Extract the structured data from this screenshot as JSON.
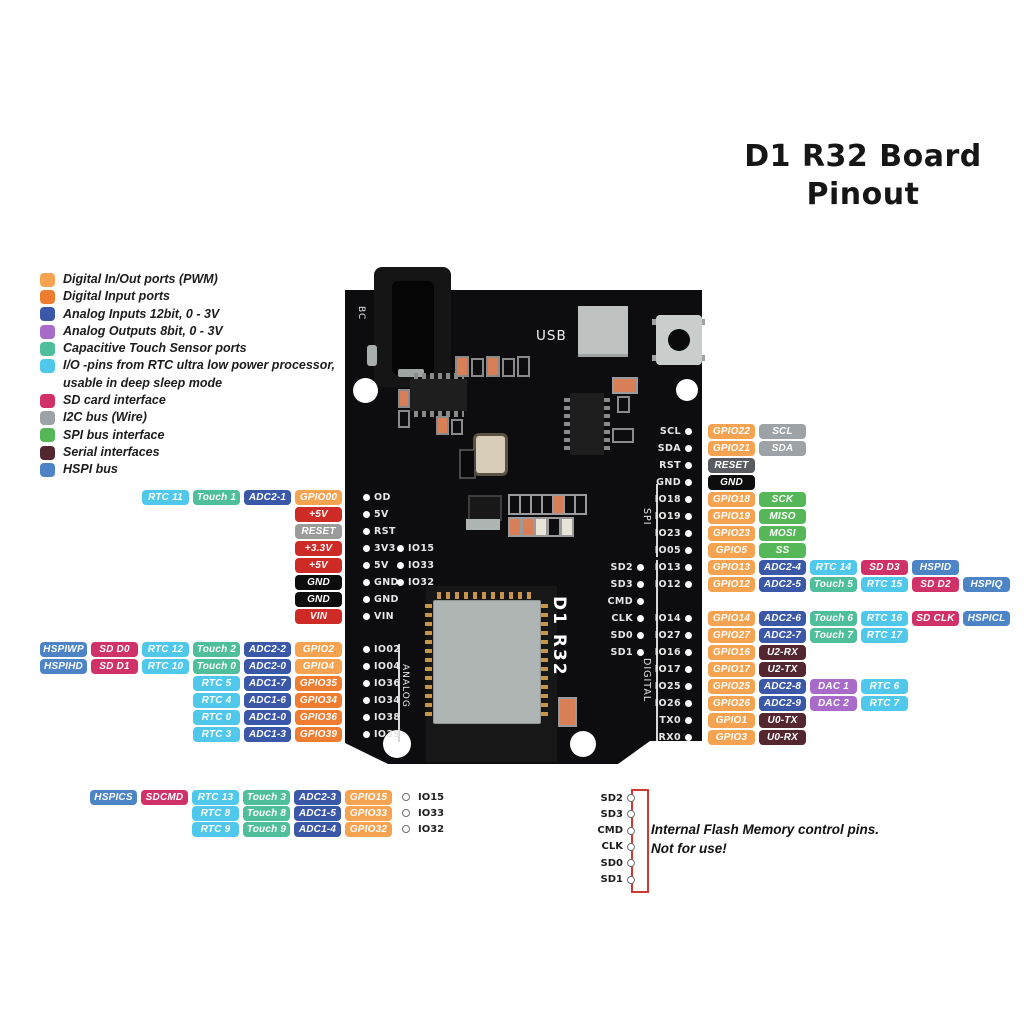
{
  "title": {
    "line1": "D1 R32 Board",
    "line2": "Pinout"
  },
  "tag_colors": {
    "pwm": "#F5A351",
    "din": "#EE7D32",
    "adc": "#3A57A8",
    "dac": "#A96BCA",
    "touch": "#4FBE9B",
    "rtc": "#4FC8EC",
    "sd": "#D03169",
    "i2c": "#9DA2A6",
    "spi": "#55B757",
    "ser": "#542730",
    "hspi": "#4C84C6",
    "pwr": "#CE2B27",
    "gnd": "#0D0D0D",
    "rst_l": "#9B9B9B",
    "rst_r": "#585C60"
  },
  "legend": {
    "items": [
      {
        "c": "pwm",
        "t": "Digital In/Out ports (PWM)"
      },
      {
        "c": "din",
        "t": "Digital Input ports"
      },
      {
        "c": "adc",
        "t": "Analog Inputs 12bit, 0 - 3V"
      },
      {
        "c": "dac",
        "t": "Analog Outputs 8bit, 0 - 3V"
      },
      {
        "c": "touch",
        "t": "Capacitive Touch Sensor ports"
      },
      {
        "c": "rtc",
        "t": "I/O -pins from RTC ultra low power processor,",
        "t2": "usable in deep sleep mode"
      },
      {
        "c": "sd",
        "t": "SD card interface"
      },
      {
        "c": "i2c",
        "t": "I2C bus (Wire)"
      },
      {
        "c": "spi",
        "t": "SPI bus interface"
      },
      {
        "c": "ser",
        "t": "Serial interfaces"
      },
      {
        "c": "hspi",
        "t": "HSPI bus"
      }
    ]
  },
  "board": {
    "usb": "USB",
    "bc": "BC",
    "module": "D1 R32",
    "analog": "ANALOG",
    "spi": "SPI",
    "digital": "DIGITAL"
  },
  "left_top": {
    "rows": [
      {
        "pin": "OD",
        "tags": [
          [
            "rtc",
            "RTC 11"
          ],
          [
            "touch",
            "Touch 1"
          ],
          [
            "adc",
            "ADC2-1"
          ],
          [
            "pwm",
            "GPIO00"
          ]
        ]
      },
      {
        "pin": "5V",
        "tags": [
          [
            "pwr",
            "+5V"
          ]
        ]
      },
      {
        "pin": "RST",
        "tags": [
          [
            "rst_l",
            "RESET"
          ]
        ]
      },
      {
        "pin": "3V3",
        "pin2": "IO15",
        "tags": [
          [
            "pwr",
            "+3.3V"
          ]
        ]
      },
      {
        "pin": "5V",
        "pin2": "IO33",
        "tags": [
          [
            "pwr",
            "+5V"
          ]
        ]
      },
      {
        "pin": "GND",
        "pin2": "IO32",
        "tags": [
          [
            "gnd",
            "GND"
          ]
        ]
      },
      {
        "pin": "GND",
        "tags": [
          [
            "gnd",
            "GND"
          ]
        ]
      },
      {
        "pin": "VIN",
        "tags": [
          [
            "pwr",
            "VIN"
          ]
        ]
      }
    ]
  },
  "left_bottom": {
    "rows": [
      {
        "pin": "IO02",
        "tags": [
          [
            "hspi",
            "HSPIWP"
          ],
          [
            "sd",
            "SD D0"
          ],
          [
            "rtc",
            "RTC 12"
          ],
          [
            "touch",
            "Touch 2"
          ],
          [
            "adc",
            "ADC2-2"
          ],
          [
            "pwm",
            "GPIO2"
          ]
        ]
      },
      {
        "pin": "IO04",
        "tags": [
          [
            "hspi",
            "HSPIHD"
          ],
          [
            "sd",
            "SD D1"
          ],
          [
            "rtc",
            "RTC 10"
          ],
          [
            "touch",
            "Touch 0"
          ],
          [
            "adc",
            "ADC2-0"
          ],
          [
            "pwm",
            "GPIO4"
          ]
        ]
      },
      {
        "pin": "IO36",
        "tags": [
          [
            "rtc",
            "RTC 5"
          ],
          [
            "adc",
            "ADC1-7"
          ],
          [
            "din",
            "GPIO35"
          ]
        ]
      },
      {
        "pin": "IO34",
        "tags": [
          [
            "rtc",
            "RTC 4"
          ],
          [
            "adc",
            "ADC1-6"
          ],
          [
            "din",
            "GPIO34"
          ]
        ]
      },
      {
        "pin": "IO38",
        "tags": [
          [
            "rtc",
            "RTC 0"
          ],
          [
            "adc",
            "ADC1-0"
          ],
          [
            "din",
            "GPIO36"
          ]
        ]
      },
      {
        "pin": "IO39",
        "tags": [
          [
            "rtc",
            "RTC 3"
          ],
          [
            "adc",
            "ADC1-3"
          ],
          [
            "din",
            "GPIO39"
          ]
        ]
      }
    ]
  },
  "right": {
    "rows": [
      {
        "pin": "SCL",
        "tags": [
          [
            "pwm",
            "GPIO22"
          ],
          [
            "i2c",
            "SCL"
          ]
        ]
      },
      {
        "pin": "SDA",
        "tags": [
          [
            "pwm",
            "GPIO21"
          ],
          [
            "i2c",
            "SDA"
          ]
        ]
      },
      {
        "pin": "RST",
        "tags": [
          [
            "rst_r",
            "RESET"
          ]
        ]
      },
      {
        "pin": "GND",
        "tags": [
          [
            "gnd",
            "GND"
          ]
        ]
      },
      {
        "pin": "IO18",
        "tags": [
          [
            "pwm",
            "GPIO18"
          ],
          [
            "spi",
            "SCK"
          ]
        ]
      },
      {
        "pin": "IO19",
        "tags": [
          [
            "pwm",
            "GPIO19"
          ],
          [
            "spi",
            "MISO"
          ]
        ]
      },
      {
        "pin": "IO23",
        "tags": [
          [
            "pwm",
            "GPIO23"
          ],
          [
            "spi",
            "MOSI"
          ]
        ]
      },
      {
        "pin": "IO05",
        "tags": [
          [
            "pwm",
            "GPIO5"
          ],
          [
            "spi",
            "SS"
          ]
        ]
      },
      {
        "flash": "SD2",
        "pin": "IO13",
        "tags": [
          [
            "pwm",
            "GPIO13"
          ],
          [
            "adc",
            "ADC2-4"
          ],
          [
            "rtc",
            "RTC 14"
          ],
          [
            "sd",
            "SD D3"
          ],
          [
            "hspi",
            "HSPID"
          ]
        ]
      },
      {
        "flash": "SD3",
        "pin": "IO12",
        "tags": [
          [
            "pwm",
            "GPIO12"
          ],
          [
            "adc",
            "ADC2-5"
          ],
          [
            "touch",
            "Touch 5"
          ],
          [
            "rtc",
            "RTC 15"
          ],
          [
            "sd",
            "SD D2"
          ],
          [
            "hspi",
            "HSPIQ"
          ]
        ]
      },
      {
        "flash": "CMD"
      },
      {
        "flash": "CLK",
        "pin": "IO14",
        "tags": [
          [
            "pwm",
            "GPIO14"
          ],
          [
            "adc",
            "ADC2-6"
          ],
          [
            "touch",
            "Touch 6"
          ],
          [
            "rtc",
            "RTC 16"
          ],
          [
            "sd",
            "SD CLK"
          ],
          [
            "hspi",
            "HSPICL"
          ]
        ]
      },
      {
        "flash": "SD0",
        "pin": "IO27",
        "tags": [
          [
            "pwm",
            "GPIO27"
          ],
          [
            "adc",
            "ADC2-7"
          ],
          [
            "touch",
            "Touch 7"
          ],
          [
            "rtc",
            "RTC 17"
          ]
        ]
      },
      {
        "flash": "SD1",
        "pin": "IO16",
        "tags": [
          [
            "pwm",
            "GPIO16"
          ],
          [
            "ser",
            "U2-RX"
          ]
        ]
      },
      {
        "pin": "IO17",
        "tags": [
          [
            "pwm",
            "GPIO17"
          ],
          [
            "ser",
            "U2-TX"
          ]
        ]
      },
      {
        "pin": "IO25",
        "tags": [
          [
            "pwm",
            "GPIO25"
          ],
          [
            "adc",
            "ADC2-8"
          ],
          [
            "dac",
            "DAC 1"
          ],
          [
            "rtc",
            "RTC 6"
          ]
        ]
      },
      {
        "pin": "IO26",
        "tags": [
          [
            "pwm",
            "GPIO26"
          ],
          [
            "adc",
            "ADC2-9"
          ],
          [
            "dac",
            "DAC 2"
          ],
          [
            "rtc",
            "RTC 7"
          ]
        ]
      },
      {
        "pin": "TX0",
        "tags": [
          [
            "pwm",
            "GPIO1"
          ],
          [
            "ser",
            "U0-TX"
          ]
        ]
      },
      {
        "pin": "RX0",
        "tags": [
          [
            "pwm",
            "GPIO3"
          ],
          [
            "ser",
            "U0-RX"
          ]
        ]
      }
    ]
  },
  "bottom_left": {
    "rows": [
      {
        "io": "IO15",
        "tags": [
          [
            "hspi",
            "HSPICS"
          ],
          [
            "sd",
            "SDCMD"
          ],
          [
            "rtc",
            "RTC 13"
          ],
          [
            "touch",
            "Touch 3"
          ],
          [
            "adc",
            "ADC2-3"
          ],
          [
            "pwm",
            "GPIO15"
          ]
        ]
      },
      {
        "io": "IO33",
        "tags": [
          [
            "rtc",
            "RTC 8"
          ],
          [
            "touch",
            "Touch 8"
          ],
          [
            "adc",
            "ADC1-5"
          ],
          [
            "pwm",
            "GPIO33"
          ]
        ]
      },
      {
        "io": "IO32",
        "tags": [
          [
            "rtc",
            "RTC 9"
          ],
          [
            "touch",
            "Touch 9"
          ],
          [
            "adc",
            "ADC1-4"
          ],
          [
            "pwm",
            "GPIO32"
          ]
        ]
      }
    ]
  },
  "flash": {
    "pins": [
      "SD2",
      "SD3",
      "CMD",
      "CLK",
      "SD0",
      "SD1"
    ],
    "note1": "Internal Flash Memory control pins.",
    "note2": "Not for use!"
  }
}
